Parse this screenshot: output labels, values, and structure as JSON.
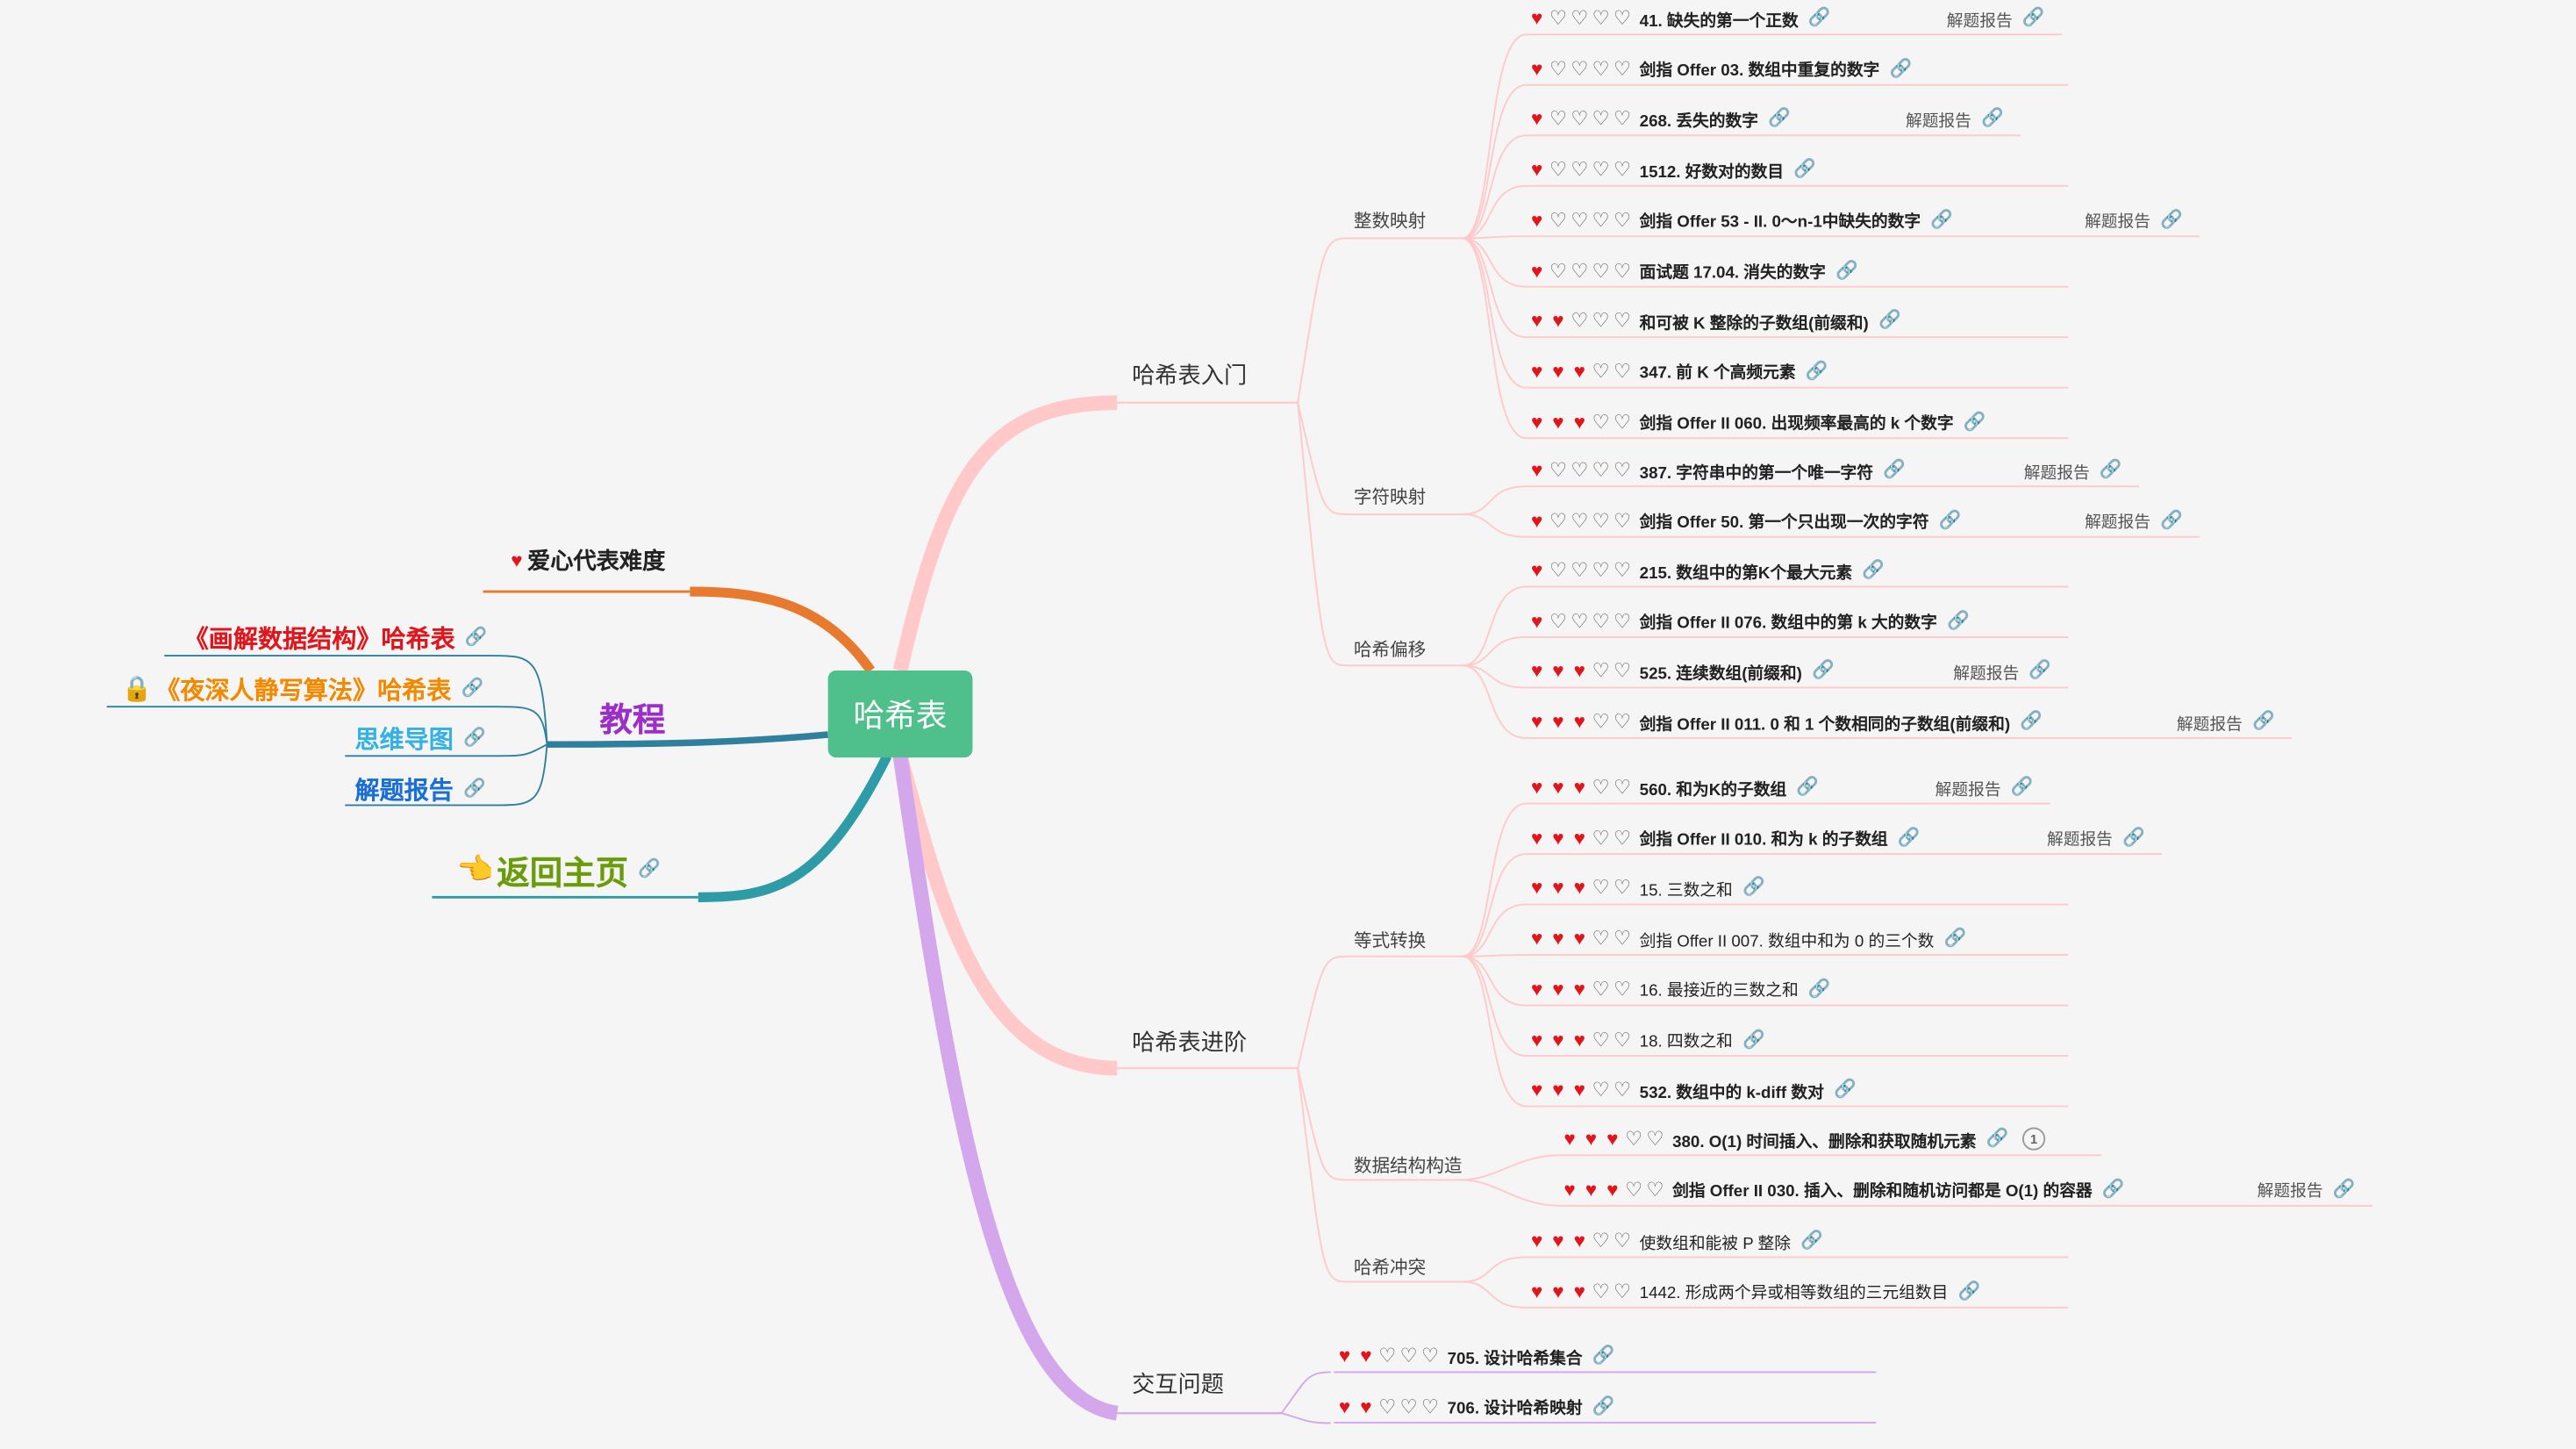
{
  "root": "哈希表",
  "report_label": "解题报告",
  "left": {
    "legend": "爱心代表难度",
    "tutorial": "教程",
    "tutorial_items": [
      "《画解数据结构》哈希表",
      "《夜深人静写算法》哈希表",
      "思维导图",
      "解题报告"
    ],
    "back_home": "返回主页"
  },
  "branches": [
    {
      "title": "哈希表入门",
      "subs": [
        {
          "title": "整数映射",
          "items": [
            {
              "d": 1,
              "t": "41. 缺失的第一个正数",
              "r": true
            },
            {
              "d": 1,
              "t": "剑指 Offer 03. 数组中重复的数字",
              "r": false
            },
            {
              "d": 1,
              "t": "268. 丢失的数字",
              "r": true
            },
            {
              "d": 1,
              "t": "1512. 好数对的数目",
              "r": false
            },
            {
              "d": 1,
              "t": "剑指 Offer 53 - II. 0～n-1中缺失的数字",
              "r": true
            },
            {
              "d": 1,
              "t": "面试题 17.04. 消失的数字",
              "r": false
            },
            {
              "d": 2,
              "t": "和可被 K 整除的子数组(前缀和)",
              "r": false
            },
            {
              "d": 3,
              "t": "347. 前 K 个高频元素",
              "r": false
            },
            {
              "d": 3,
              "t": "剑指 Offer II 060. 出现频率最高的 k 个数字",
              "r": false
            }
          ]
        },
        {
          "title": "字符映射",
          "items": [
            {
              "d": 1,
              "t": "387. 字符串中的第一个唯一字符",
              "r": true
            },
            {
              "d": 1,
              "t": "剑指 Offer 50. 第一个只出现一次的字符",
              "r": true
            }
          ]
        },
        {
          "title": "哈希偏移",
          "items": [
            {
              "d": 1,
              "t": "215. 数组中的第K个最大元素",
              "r": false
            },
            {
              "d": 1,
              "t": "剑指 Offer II 076. 数组中的第 k 大的数字",
              "r": false
            },
            {
              "d": 3,
              "t": "525. 连续数组(前缀和)",
              "r": true
            },
            {
              "d": 3,
              "t": "剑指 Offer II 011. 0 和 1 个数相同的子数组(前缀和)",
              "r": true
            }
          ]
        }
      ]
    },
    {
      "title": "哈希表进阶",
      "subs": [
        {
          "title": "等式转换",
          "items": [
            {
              "d": 3,
              "t": "560. 和为K的子数组",
              "r": true
            },
            {
              "d": 3,
              "t": "剑指 Offer II 010. 和为 k 的子数组",
              "r": true
            },
            {
              "d": 3,
              "t": "15. 三数之和",
              "r": false
            },
            {
              "d": 3,
              "t": "剑指 Offer II 007. 数组中和为 0 的三个数",
              "r": false
            },
            {
              "d": 3,
              "t": "16. 最接近的三数之和",
              "r": false
            },
            {
              "d": 3,
              "t": "18. 四数之和",
              "r": false
            },
            {
              "d": 3,
              "t": "532. 数组中的 k-diff 数对",
              "r": false
            }
          ]
        },
        {
          "title": "数据结构构造",
          "items": [
            {
              "d": 3,
              "t": "380. O(1) 时间插入、删除和获取随机元素",
              "r": false,
              "badge": "1"
            },
            {
              "d": 3,
              "t": "剑指 Offer II 030. 插入、删除和随机访问都是 O(1) 的容器",
              "r": true
            }
          ]
        },
        {
          "title": "哈希冲突",
          "items": [
            {
              "d": 3,
              "t": "使数组和能被 P 整除",
              "r": false
            },
            {
              "d": 3,
              "t": "1442. 形成两个异或相等数组的三元组数目",
              "r": false
            }
          ]
        }
      ]
    },
    {
      "title": "交互问题",
      "subs": [
        {
          "title": "",
          "items": [
            {
              "d": 2,
              "t": "705. 设计哈希集合",
              "r": false
            },
            {
              "d": 2,
              "t": "706. 设计哈希映射",
              "r": false
            }
          ]
        }
      ]
    }
  ],
  "colors": {
    "root": "#4fbf8b",
    "branch_pink": "#ffc9c9",
    "branch_purple": "#d4a6ec",
    "legend_orange": "#e77a2e",
    "tutorial_blue": "#2f7f9e",
    "home_teal": "#2e9ca6"
  }
}
